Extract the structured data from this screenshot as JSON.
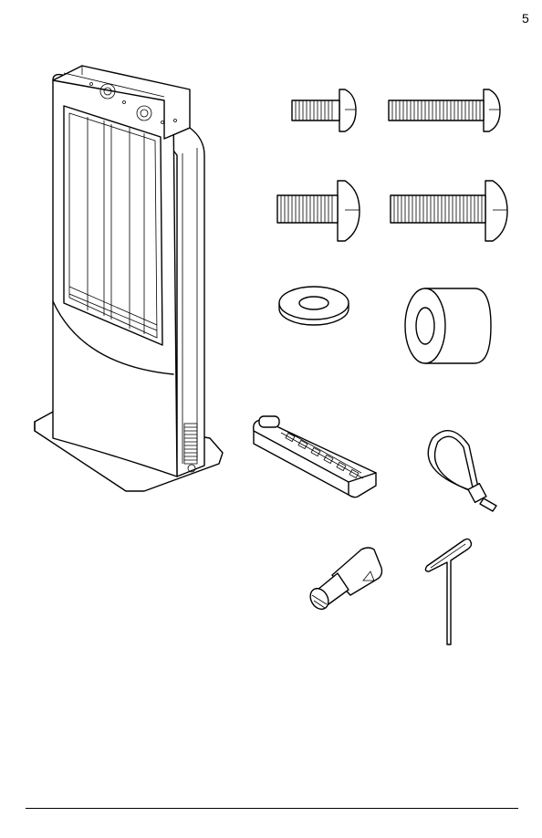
{
  "page": {
    "number": "5"
  },
  "parts": [
    {
      "id": "kiosk",
      "icon": "kiosk-stand-icon"
    },
    {
      "id": "screw-short-small",
      "icon": "screw-icon"
    },
    {
      "id": "screw-long-small",
      "icon": "screw-icon"
    },
    {
      "id": "screw-short-large",
      "icon": "screw-icon"
    },
    {
      "id": "screw-long-large",
      "icon": "screw-icon"
    },
    {
      "id": "washer",
      "icon": "washer-icon"
    },
    {
      "id": "spacer",
      "icon": "spacer-icon"
    },
    {
      "id": "power-strip",
      "icon": "power-strip-icon"
    },
    {
      "id": "cable-tie",
      "icon": "cable-tie-icon"
    },
    {
      "id": "key",
      "icon": "key-icon"
    },
    {
      "id": "hex-key",
      "icon": "hex-key-icon"
    }
  ]
}
